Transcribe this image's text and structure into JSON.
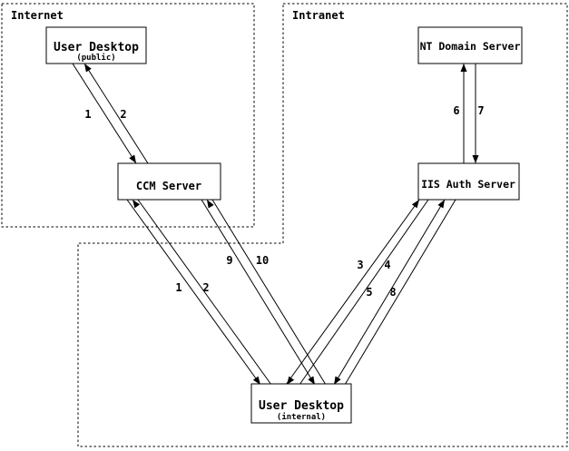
{
  "diagram": {
    "type": "network-auth-flow",
    "colors": {
      "background": "#ffffff",
      "line": "#000000",
      "text": "#000000"
    },
    "regions": [
      {
        "id": "internet",
        "label": "Internet"
      },
      {
        "id": "intranet",
        "label": "Intranet"
      }
    ],
    "nodes": [
      {
        "id": "user-desktop-public",
        "label": "User Desktop",
        "sublabel": "(public)",
        "region": "Internet"
      },
      {
        "id": "ccm-server",
        "label": "CCM Server",
        "region": "Internet"
      },
      {
        "id": "nt-domain-server",
        "label": "NT Domain Server",
        "region": "Intranet"
      },
      {
        "id": "iis-auth-server",
        "label": "IIS Auth Server",
        "region": "Intranet"
      },
      {
        "id": "user-desktop-internal",
        "label": "User Desktop",
        "sublabel": "(internal)",
        "region": "Intranet"
      }
    ],
    "edges": [
      {
        "label": "1",
        "from": "user-desktop-public",
        "to": "ccm-server"
      },
      {
        "label": "2",
        "from": "ccm-server",
        "to": "user-desktop-public"
      },
      {
        "label": "1",
        "from": "user-desktop-internal",
        "to": "ccm-server"
      },
      {
        "label": "2",
        "from": "ccm-server",
        "to": "user-desktop-internal"
      },
      {
        "label": "3",
        "from": "user-desktop-internal",
        "to": "iis-auth-server"
      },
      {
        "label": "4",
        "from": "iis-auth-server",
        "to": "user-desktop-internal"
      },
      {
        "label": "5",
        "from": "user-desktop-internal",
        "to": "iis-auth-server"
      },
      {
        "label": "6",
        "from": "iis-auth-server",
        "to": "nt-domain-server"
      },
      {
        "label": "7",
        "from": "nt-domain-server",
        "to": "iis-auth-server"
      },
      {
        "label": "8",
        "from": "iis-auth-server",
        "to": "user-desktop-internal"
      },
      {
        "label": "9",
        "from": "user-desktop-internal",
        "to": "ccm-server"
      },
      {
        "label": "10",
        "from": "ccm-server",
        "to": "user-desktop-internal"
      }
    ]
  }
}
